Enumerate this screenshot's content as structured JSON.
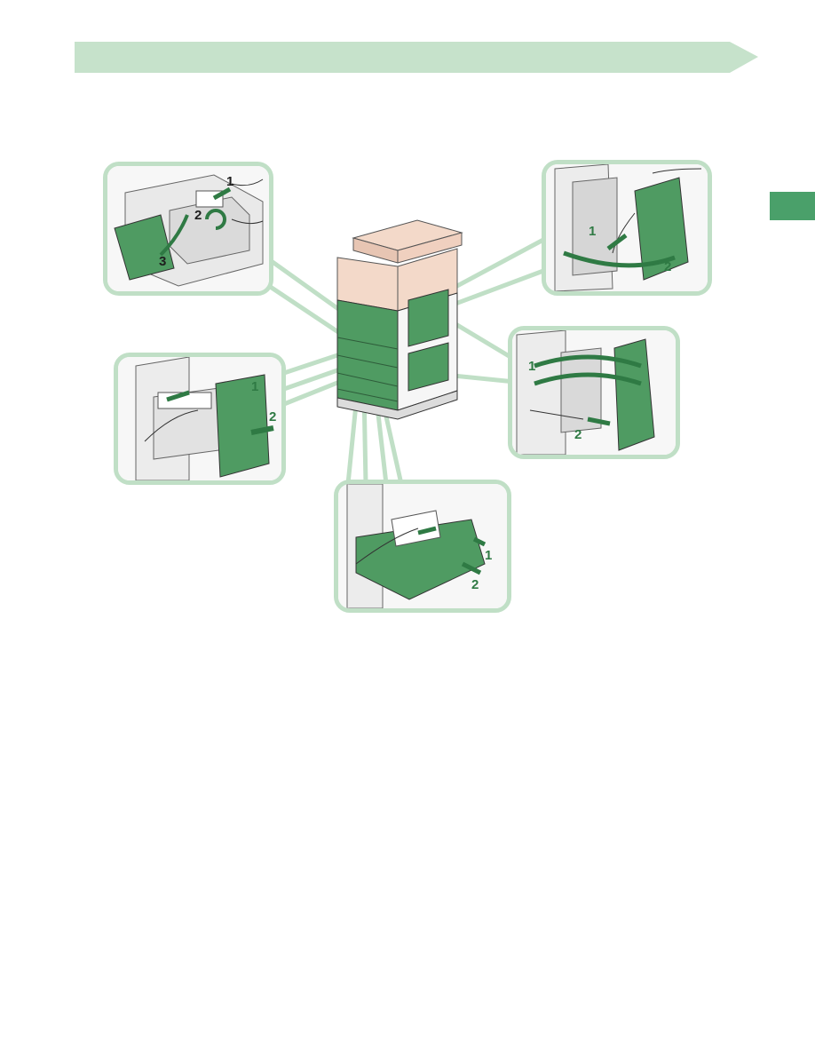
{
  "colors": {
    "banner": "#c6e2cb",
    "side_tab": "#4aa06a",
    "panel_border": "#c0dfc6",
    "machine_green": "#4f9b62",
    "machine_beige": "#f3d9c9",
    "arrow_green": "#2f7a44"
  },
  "panels": {
    "fixing_unit": {
      "steps": [
        "1",
        "2",
        "3"
      ]
    },
    "right_upper_cover": {
      "steps": [
        "1",
        "2"
      ]
    },
    "right_lower_cover": {
      "steps": [
        "1",
        "2"
      ]
    },
    "paper_drawer_large": {
      "steps": [
        "1",
        "2"
      ]
    },
    "paper_drawer_tray": {
      "steps": [
        "1",
        "2"
      ]
    }
  }
}
